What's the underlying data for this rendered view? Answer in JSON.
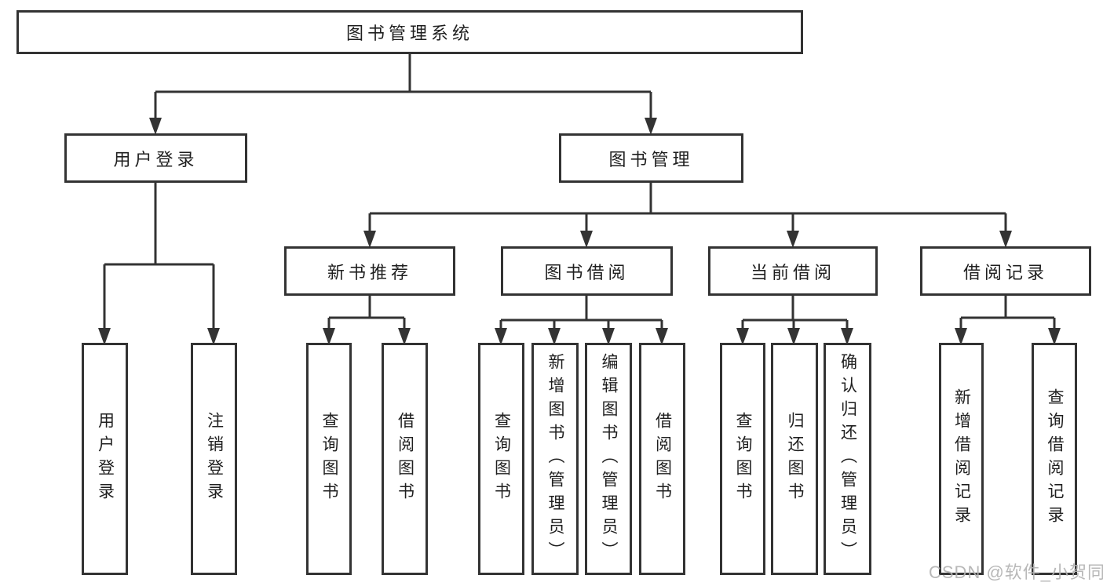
{
  "diagram": {
    "nodes": {
      "root": {
        "label": "图书管理系统"
      },
      "user_login": {
        "label": "用户登录"
      },
      "book_mgmt": {
        "label": "图书管理"
      },
      "new_book_rec": {
        "label": "新书推荐"
      },
      "book_borrow": {
        "label": "图书借阅"
      },
      "current_borrow": {
        "label": "当前借阅"
      },
      "borrow_records": {
        "label": "借阅记录"
      },
      "leaf_user_login": {
        "label": "用户登录"
      },
      "leaf_logout": {
        "label": "注销登录"
      },
      "leaf_query_book_1": {
        "label": "查询图书"
      },
      "leaf_borrow_book_1": {
        "label": "借阅图书"
      },
      "leaf_query_book_2": {
        "label": "查询图书"
      },
      "leaf_add_book": {
        "label": "新增图书（管理员）"
      },
      "leaf_edit_book": {
        "label": "编辑图书（管理员）"
      },
      "leaf_borrow_book_2": {
        "label": "借阅图书"
      },
      "leaf_query_book_3": {
        "label": "查询图书"
      },
      "leaf_return_book": {
        "label": "归还图书"
      },
      "leaf_confirm_return": {
        "label": "确认归还（管理员）"
      },
      "leaf_add_record": {
        "label": "新增借阅记录"
      },
      "leaf_query_record": {
        "label": "查询借阅记录"
      }
    }
  },
  "watermark": {
    "text": "CSDN @软件_小贺同学"
  },
  "colors": {
    "line": "#333333",
    "box_border": "#333333",
    "text": "#1f1f1f",
    "watermark": "#b2b2b2",
    "background": "#ffffff"
  }
}
